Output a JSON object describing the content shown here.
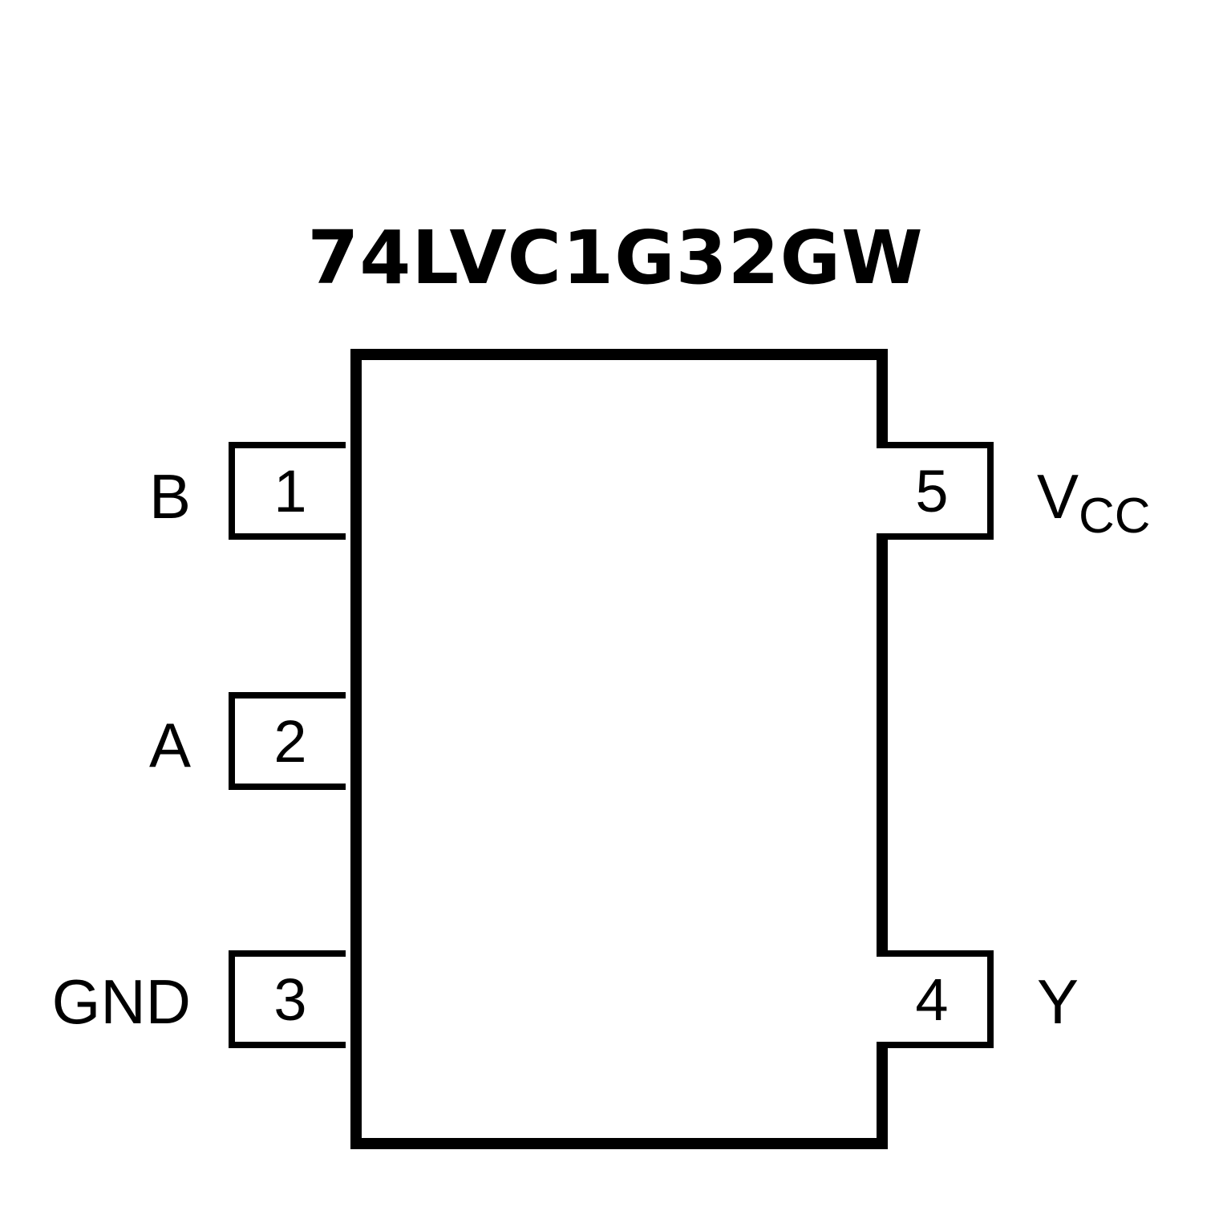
{
  "title": "74LVC1G32GW",
  "pins_left": [
    {
      "number": "1",
      "label": "B"
    },
    {
      "number": "2",
      "label": "A"
    },
    {
      "number": "3",
      "label": "GND"
    }
  ],
  "pins_right": [
    {
      "number": "5",
      "label_main": "V",
      "label_sub": "CC"
    },
    {
      "number": "4",
      "label_main": "Y",
      "label_sub": ""
    }
  ],
  "colors": {
    "stroke": "#000000",
    "background": "#ffffff"
  }
}
